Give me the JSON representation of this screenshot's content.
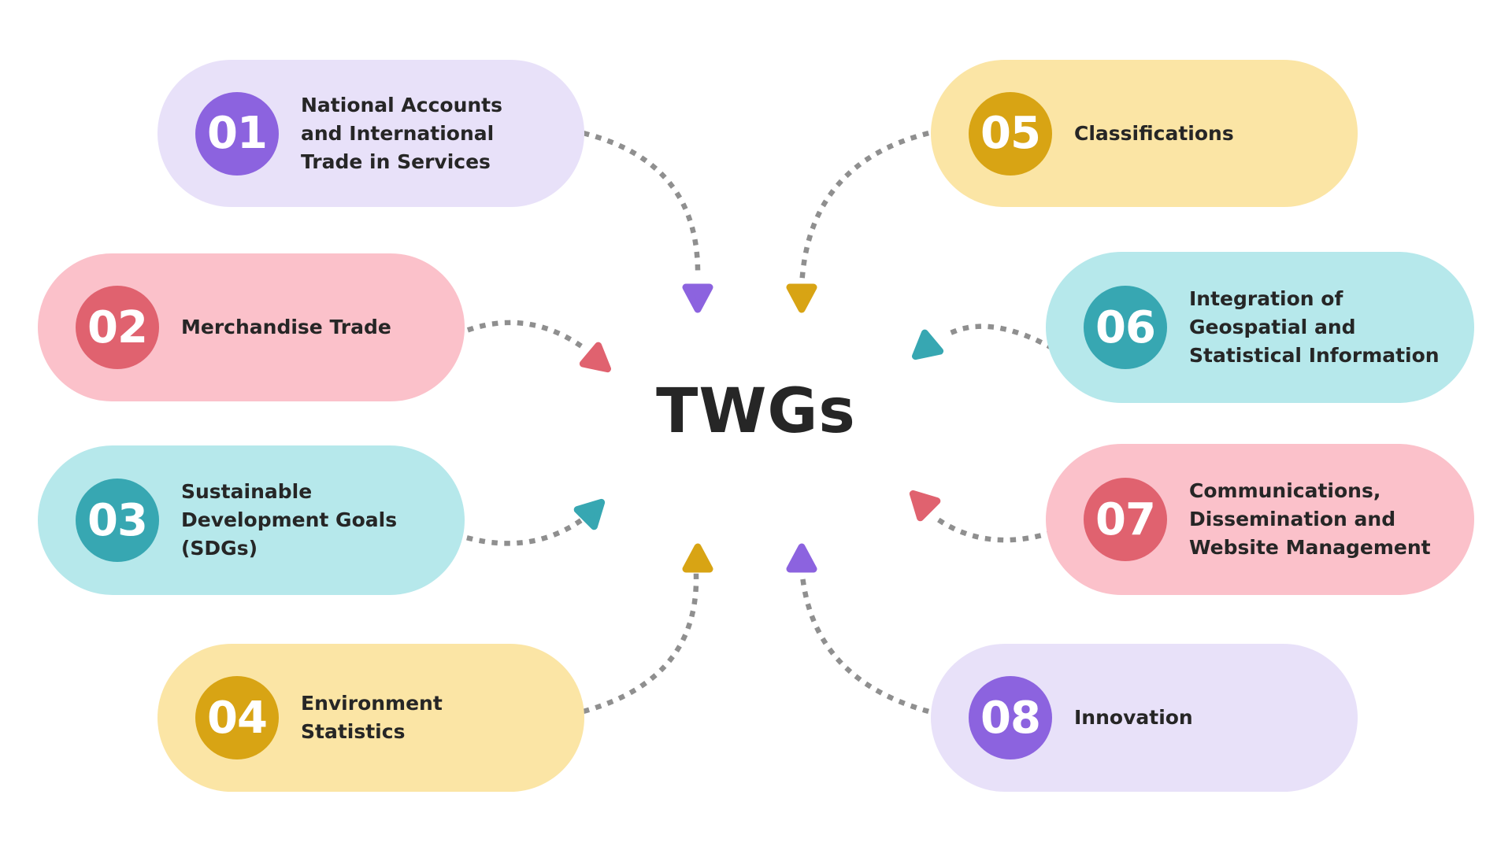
{
  "title": "TWGs",
  "palette": {
    "background": "#FFFFFF",
    "text": "#262626",
    "connector_dots": "#8F8F8F",
    "purple": "#8C63DF",
    "lavender": "#E8E1F9",
    "rose": "#E0626F",
    "pink": "#FBC1CA",
    "teal": "#37A7B2",
    "teal_light": "#B6E8EB",
    "gold": "#D8A414",
    "gold_light": "#FBE5A5"
  },
  "groups": [
    {
      "number": "01",
      "label": "National Accounts\nand International\nTrade in Services",
      "theme": "purple"
    },
    {
      "number": "02",
      "label": "Merchandise Trade",
      "theme": "pink"
    },
    {
      "number": "03",
      "label": "Sustainable\nDevelopment Goals\n(SDGs)",
      "theme": "teal"
    },
    {
      "number": "04",
      "label": "Environment\nStatistics",
      "theme": "yellow"
    },
    {
      "number": "05",
      "label": "Classifications",
      "theme": "yellow"
    },
    {
      "number": "06",
      "label": "Integration of\nGeospatial and\nStatistical Information",
      "theme": "teal"
    },
    {
      "number": "07",
      "label": "Communications,\nDissemination and\nWebsite Management",
      "theme": "pink"
    },
    {
      "number": "08",
      "label": "Innovation",
      "theme": "purple"
    }
  ]
}
